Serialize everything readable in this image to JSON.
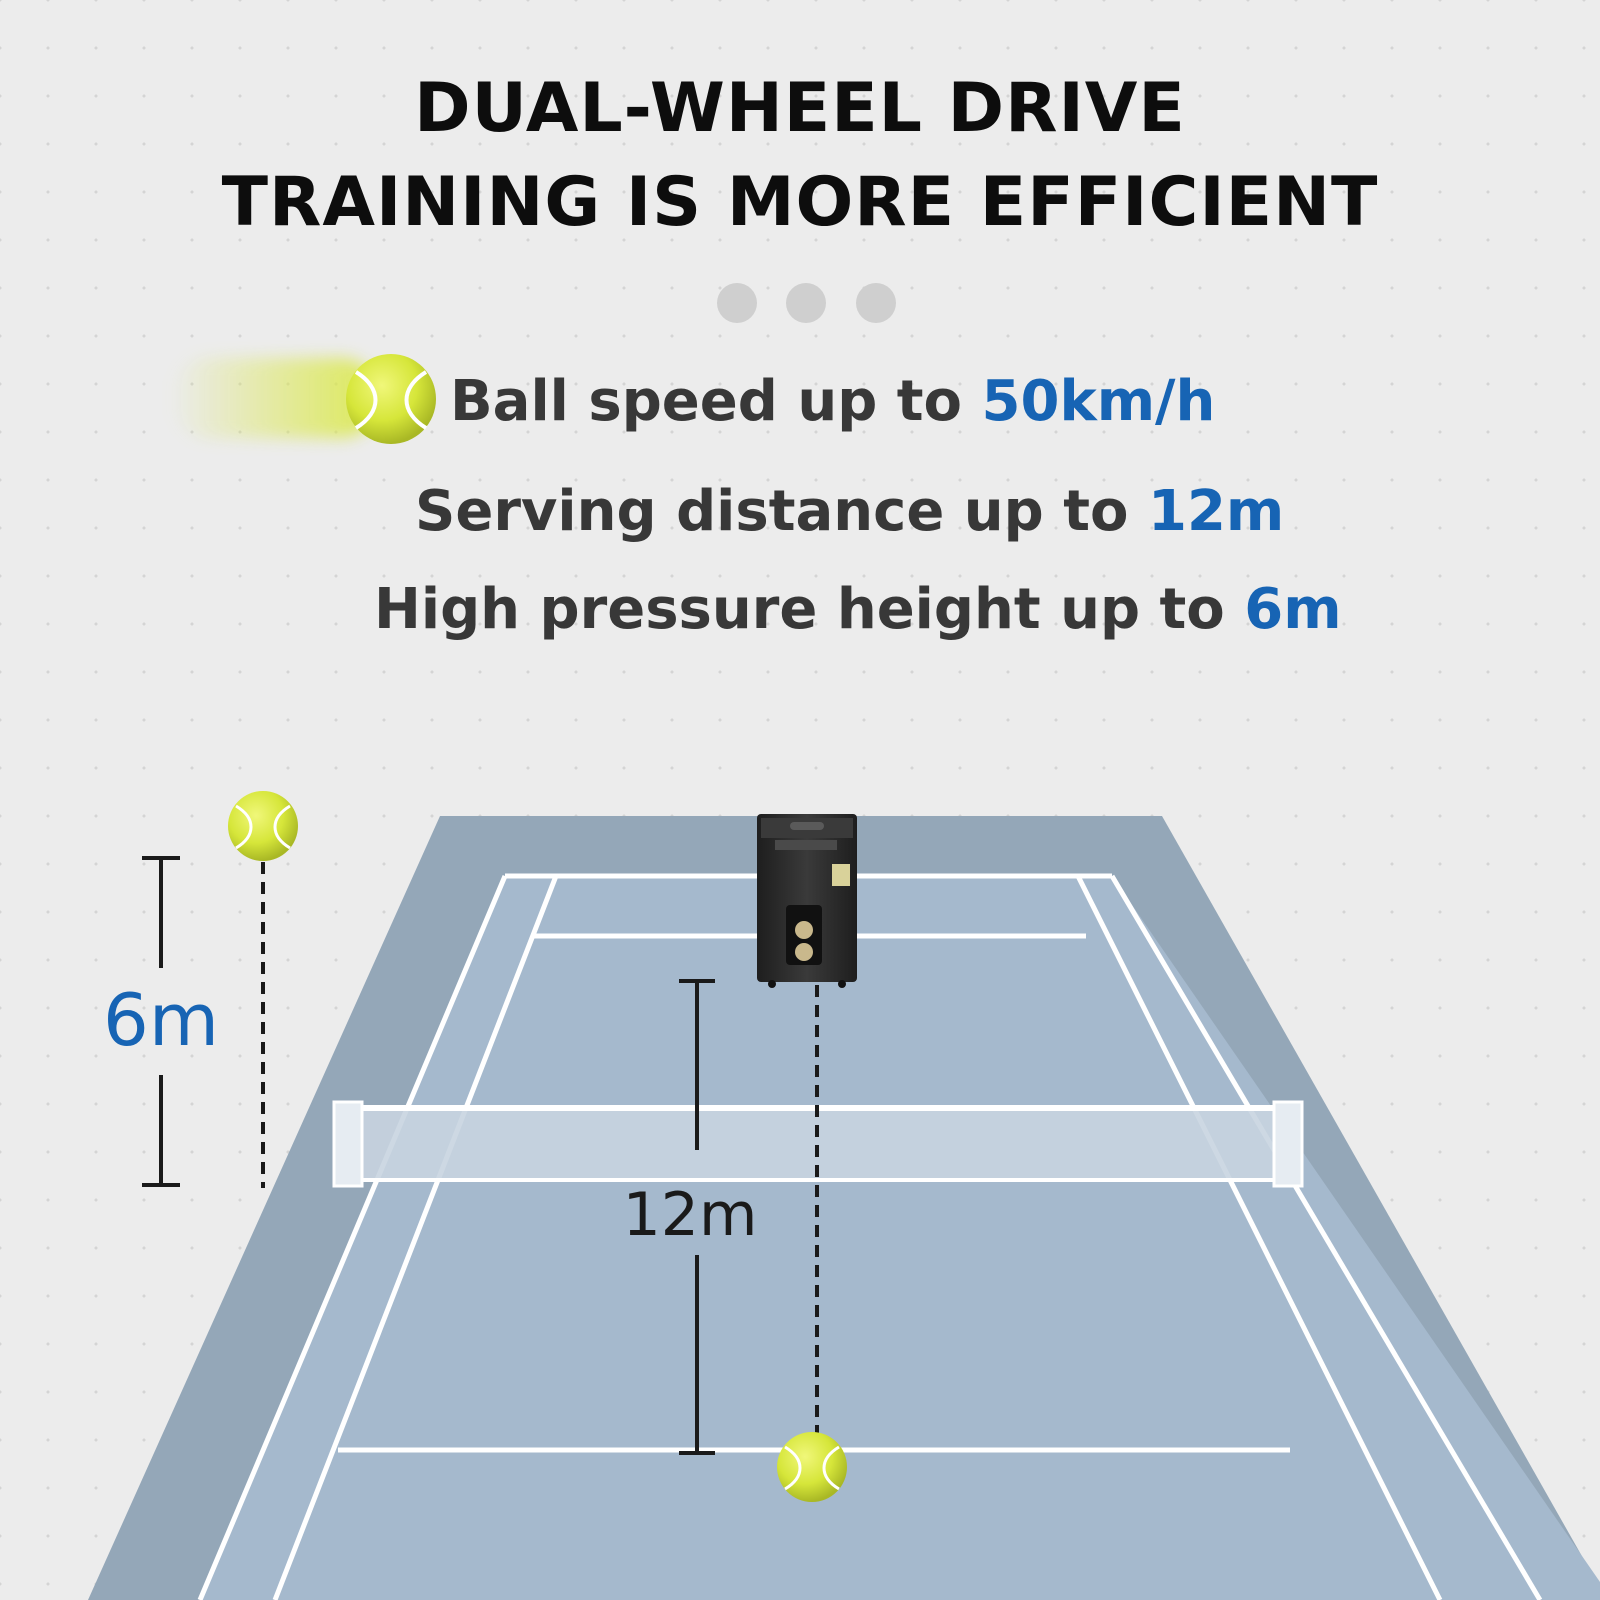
{
  "headline": {
    "line1": "DUAL-WHEEL DRIVE",
    "line2": "TRAINING IS MORE EFFICIENT"
  },
  "features": [
    {
      "text": "Ball speed up to ",
      "highlight": "50km/h"
    },
    {
      "text": "Serving distance up to ",
      "highlight": "12m"
    },
    {
      "text": "High pressure height up to ",
      "highlight": "6m"
    }
  ],
  "diagram": {
    "height_label": "6m",
    "distance_label": "12m"
  },
  "colors": {
    "background": "#ececec",
    "court_outer": "#94a7b8",
    "court_inner": "#a5b9cd",
    "line": "#ffffff",
    "highlight_blue": "#1764b4",
    "ball": "#d8e83a",
    "machine": "#2b2b2b"
  },
  "icons": {
    "ball": "tennis-ball-icon",
    "machine": "ball-machine-icon"
  }
}
